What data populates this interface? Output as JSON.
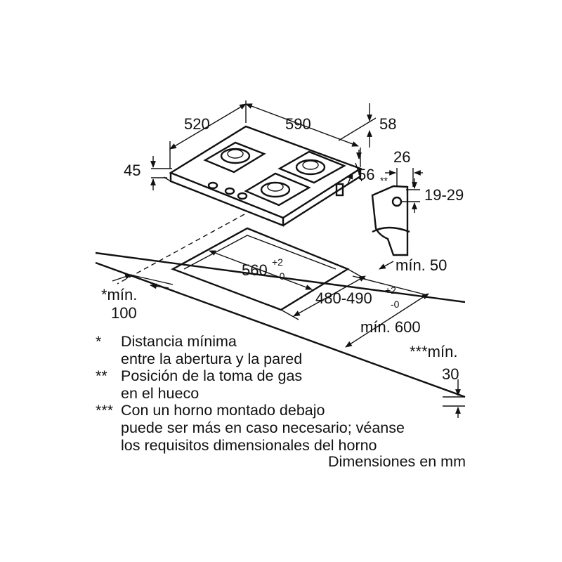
{
  "dimensions": {
    "width": "520",
    "length": "590",
    "height_58": "58",
    "height_45": "45",
    "offset_56": "56",
    "offset_26": "26",
    "gas_marker": "**",
    "range_19_29": "19-29",
    "min_50": "mín. 50",
    "cutout_width_main": "560",
    "cutout_width_plus": "+2",
    "cutout_width_minus": "-0",
    "cutout_depth_main": "480-490",
    "cutout_depth_plus": "+2",
    "cutout_depth_minus": "-0",
    "min_100_line1": "*mín.",
    "min_100_line2": "100",
    "min_600": "mín. 600",
    "min_30_line1": "***mín.",
    "min_30_line2": "30"
  },
  "notes": [
    {
      "mark": "*",
      "text": "Distancia mínima\nentre la abertura y la pared"
    },
    {
      "mark": "**",
      "text": "Posición de la toma de gas\nen el hueco"
    },
    {
      "mark": "***",
      "text": "Con un horno montado debajo\npuede ser más en caso necesario; véanse\nlos requisitos dimensionales del horno"
    }
  ],
  "units_label": "Dimensiones en mm"
}
